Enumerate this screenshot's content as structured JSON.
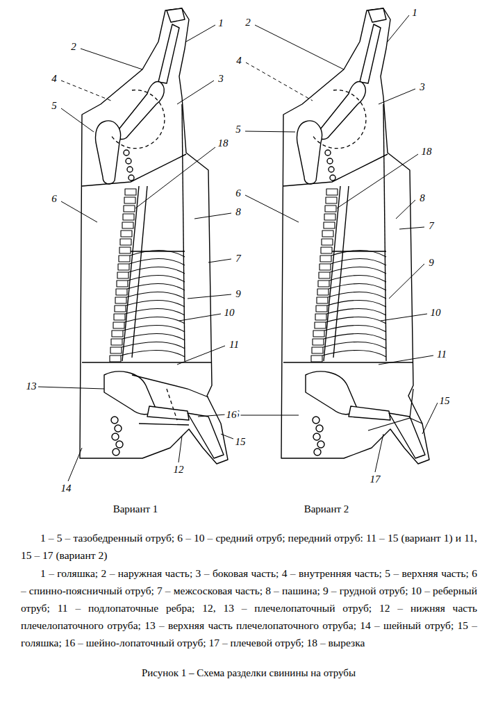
{
  "diagram": {
    "caption": "Рисунок 1 – Схема разделки свинины на отрубы",
    "labels": [
      "1",
      "2",
      "4",
      "3",
      "5",
      "18",
      "6",
      "8",
      "7",
      "9",
      "10",
      "11",
      "13",
      "16",
      "15",
      "12",
      "14",
      "1",
      "2",
      "4",
      "3",
      "5",
      "18",
      "6",
      "8",
      "7",
      "9",
      "10",
      "11",
      "15",
      "16",
      "17",
      "Вариант 1",
      "Вариант 2",
      "1 – 5 – тазобедренный отруб; 6 – 10 – средний отруб; передний отруб: 11 – 15 (вариант 1) и 11, 15 – 17 (вариант 2)",
      "1 – голяшка; 2 – наружная часть; 3 – боковая часть; 4 – внутренняя часть; 5 – верхняя часть; 6 – спинно-поясничный отруб; 7 – межсосковая часть; 8 – пашина; 9 – грудной отруб; 10 – реберный отруб; 11 – подлопаточные ребра; 12, 13 – плечелопаточный отруб; 12 – нижняя часть плечелопаточного отруба; 13 – верхняя часть плечелопаточного отруба; 14 – шейный отруб; 15 – голяшка; 16 – шейно-лопаточный отруб; 17 – плечевой отруб; 18 – вырезка"
    ]
  }
}
